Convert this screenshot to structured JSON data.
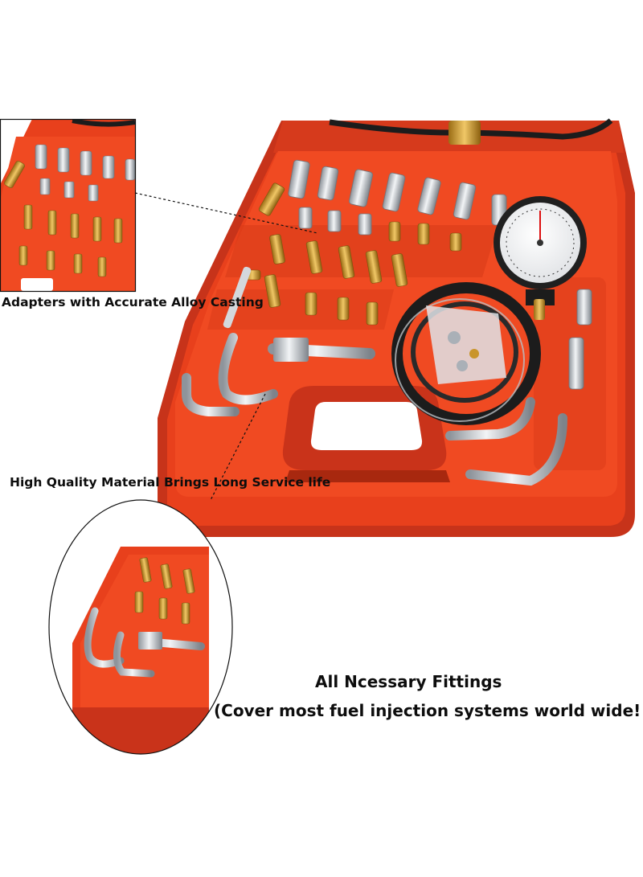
{
  "captions": {
    "adapters": "Adapters with Accurate Alloy Casting",
    "quality": "High Quality Material Brings Long Service life",
    "fittings_title": "All Ncessary Fittings",
    "fittings_subtitle": "(Cover most fuel injection systems world wide!"
  },
  "colors": {
    "case_red": "#e8401c",
    "case_dark": "#b52a10",
    "brass": "#c9952b",
    "chrome": "#cfd3d8",
    "hose": "#1c1c1c"
  }
}
